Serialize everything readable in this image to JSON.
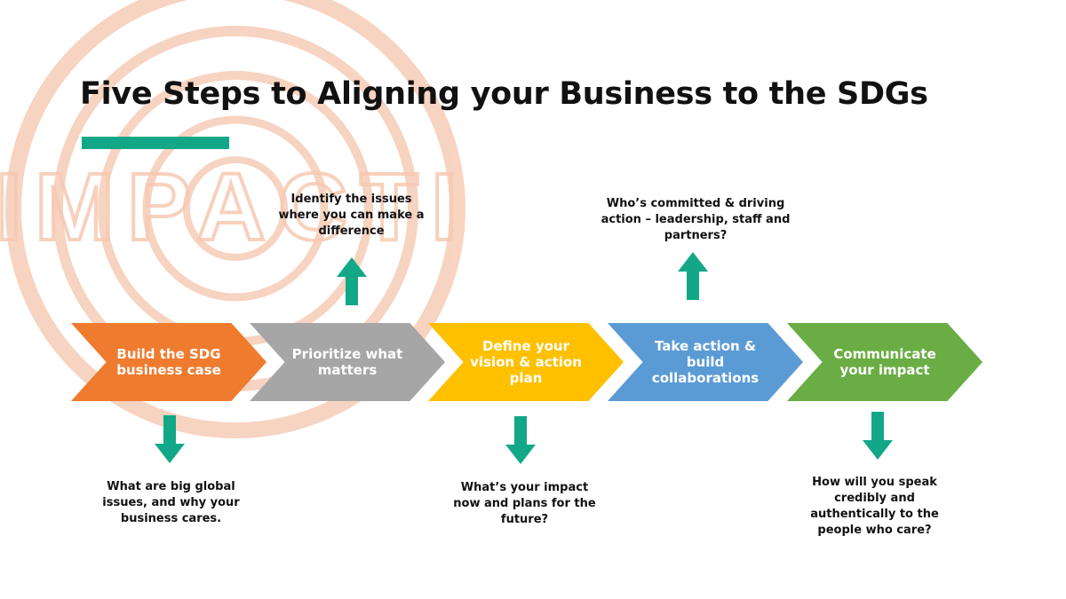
{
  "title": "Five Steps to Aligning your Business to the SDGs",
  "watermark_text": "IMPACTI",
  "colors": {
    "accent_bar": "#12a887",
    "arrow": "#12a887",
    "watermark": "#f6c9b2"
  },
  "steps": [
    {
      "label": "Build the SDG business case",
      "color": "#ef7b2f"
    },
    {
      "label": "Prioritize what matters",
      "color": "#a6a6a6"
    },
    {
      "label": "Define your vision & action plan",
      "color": "#ffc000"
    },
    {
      "label": "Take action & build collaborations",
      "color": "#5b9bd5"
    },
    {
      "label": "Communicate your impact",
      "color": "#6aad45"
    }
  ],
  "notes": {
    "step1": "What are big global issues, and why your business cares.",
    "step2": "Identify the issues where you can make a difference",
    "step3": "What’s your impact now and plans for the future?",
    "step4": "Who’s committed & driving action – leadership, staff and partners?",
    "step5": "How will you speak credibly and authentically to the people who care?"
  }
}
